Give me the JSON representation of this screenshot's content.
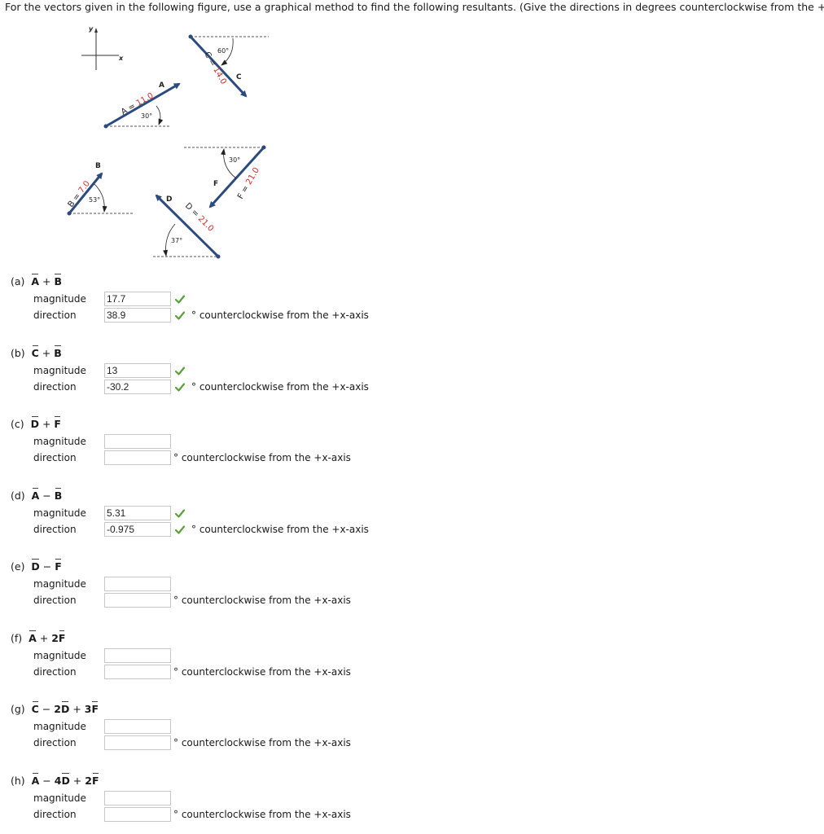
{
  "question": "For the vectors given in the following figure, use a graphical method to find the following resultants. (Give the directions in degrees counterclockwise from the +x-axis.)",
  "figure": {
    "axis_x": "x",
    "axis_y": "y",
    "vectors": {
      "A": {
        "name": "A",
        "eq": "A = ",
        "value": "11.0",
        "angle": "30°"
      },
      "B": {
        "name": "B",
        "eq": "B = ",
        "value": "7.0",
        "angle": "53°"
      },
      "C": {
        "name": "C",
        "eq": "C = ",
        "value": "14.0",
        "angle": "60°"
      },
      "D": {
        "name": "D",
        "eq": "D = ",
        "value": "21.0",
        "angle": "37°"
      },
      "F": {
        "name": "F",
        "eq": "F = ",
        "value": "21.0",
        "angle": "30°"
      }
    },
    "colors": {
      "vector": "#2b4a7e",
      "magnitude_value": "#d62b2b",
      "dashed": "#555555"
    }
  },
  "labels": {
    "magnitude": "magnitude",
    "direction": "direction",
    "unit": "° counterclockwise from the +x-axis"
  },
  "parts": [
    {
      "label": "(a)",
      "terms": [
        {
          "coef": "",
          "v": "A"
        },
        {
          "op": "+",
          "coef": "",
          "v": "B"
        }
      ],
      "magnitude": "17.7",
      "direction": "38.9",
      "correct": true
    },
    {
      "label": "(b)",
      "terms": [
        {
          "coef": "",
          "v": "C"
        },
        {
          "op": "+",
          "coef": "",
          "v": "B"
        }
      ],
      "magnitude": "13",
      "direction": "-30.2",
      "correct": true
    },
    {
      "label": "(c)",
      "terms": [
        {
          "coef": "",
          "v": "D"
        },
        {
          "op": "+",
          "coef": "",
          "v": "F"
        }
      ],
      "magnitude": "",
      "direction": "",
      "correct": false
    },
    {
      "label": "(d)",
      "terms": [
        {
          "coef": "",
          "v": "A"
        },
        {
          "op": "−",
          "coef": "",
          "v": "B"
        }
      ],
      "magnitude": "5.31",
      "direction": "-0.975",
      "correct": true
    },
    {
      "label": "(e)",
      "terms": [
        {
          "coef": "",
          "v": "D"
        },
        {
          "op": "−",
          "coef": "",
          "v": "F"
        }
      ],
      "magnitude": "",
      "direction": "",
      "correct": false
    },
    {
      "label": "(f)",
      "terms": [
        {
          "coef": "",
          "v": "A"
        },
        {
          "op": "+",
          "coef": "2",
          "v": "F"
        }
      ],
      "magnitude": "",
      "direction": "",
      "correct": false
    },
    {
      "label": "(g)",
      "terms": [
        {
          "coef": "",
          "v": "C"
        },
        {
          "op": "−",
          "coef": "2",
          "v": "D"
        },
        {
          "op": "+",
          "coef": "3",
          "v": "F"
        }
      ],
      "magnitude": "",
      "direction": "",
      "correct": false
    },
    {
      "label": "(h)",
      "terms": [
        {
          "coef": "",
          "v": "A"
        },
        {
          "op": "−",
          "coef": "4",
          "v": "D"
        },
        {
          "op": "+",
          "coef": "2",
          "v": "F"
        }
      ],
      "magnitude": "",
      "direction": "",
      "correct": false
    }
  ]
}
